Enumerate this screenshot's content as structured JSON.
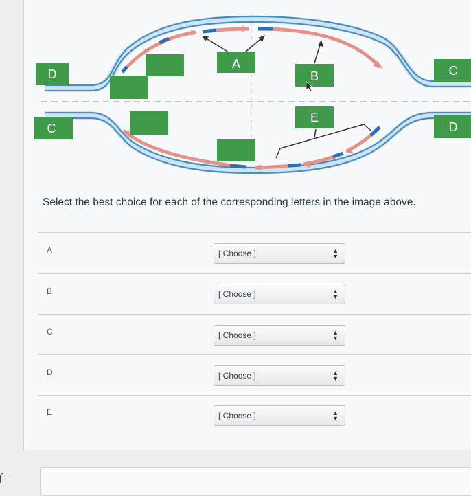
{
  "diagram": {
    "labels": {
      "a": "A",
      "b": "B",
      "c_left": "C",
      "c_right": "C",
      "d_left": "D",
      "d_right": "D",
      "e": "E"
    }
  },
  "prompt": "Select the best choice for each of the corresponding letters in the image above.",
  "rows": [
    {
      "label": "A",
      "select": "[ Choose ]"
    },
    {
      "label": "B",
      "select": "[ Choose ]"
    },
    {
      "label": "C",
      "select": "[ Choose ]"
    },
    {
      "label": "D",
      "select": "[ Choose ]"
    },
    {
      "label": "E",
      "select": "[ Choose ]"
    }
  ],
  "colors": {
    "strand_blue": "#4a8ec0",
    "new_strand_red": "#e5928a",
    "label_green": "#3f9a4a",
    "primer_blue": "#2d6fb5"
  }
}
